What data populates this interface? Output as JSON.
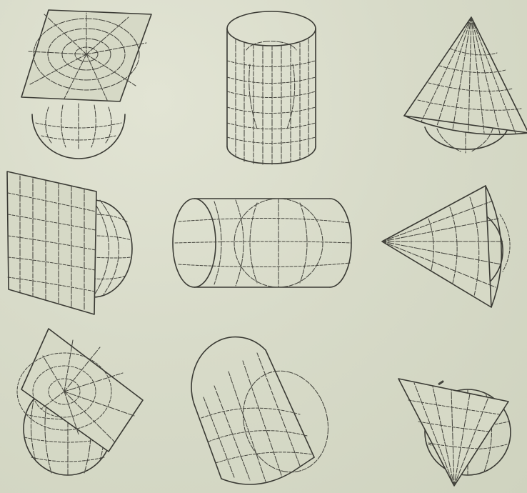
{
  "figure": {
    "panels": [
      {
        "id": "azimuthal-polar"
      },
      {
        "id": "cylindrical-normal"
      },
      {
        "id": "conic-normal"
      },
      {
        "id": "azimuthal-transverse"
      },
      {
        "id": "cylindrical-transverse"
      },
      {
        "id": "conic-transverse"
      },
      {
        "id": "azimuthal-oblique"
      },
      {
        "id": "cylindrical-oblique"
      },
      {
        "id": "conic-oblique"
      }
    ],
    "colors": {
      "paper": "#d9dccb",
      "ink": "#3a3a34"
    }
  }
}
